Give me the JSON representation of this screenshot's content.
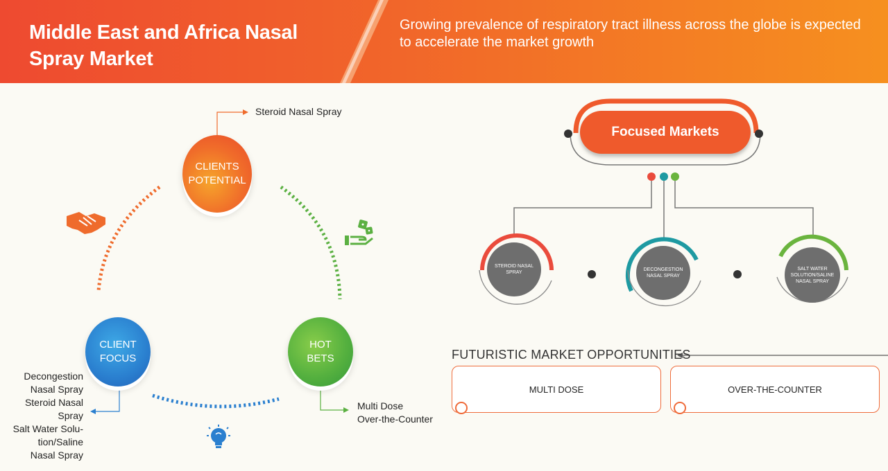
{
  "header": {
    "title": "Middle East and Africa Nasal Spray Market",
    "tagline": "Growing prevalence of respiratory tract illness across the globe is expected to accelerate the market growth"
  },
  "cycle": {
    "clients_potential": "CLIENTS\nPOTENTIAL",
    "client_focus": "CLIENT\nFOCUS",
    "hot_bets": "HOT\nBETS",
    "clients_potential_items": [
      "Steroid Nasal Spray"
    ],
    "client_focus_items": [
      "Decongestion",
      "Nasal Spray",
      "Steroid Nasal",
      "Spray",
      "Salt Water Solu-",
      "tion/Saline",
      "Nasal Spray"
    ],
    "hot_bets_items": [
      "Multi Dose",
      "Over-the-Counter"
    ]
  },
  "focused_markets": {
    "title": "Focused Markets",
    "items": [
      "STEROID NASAL\nSPRAY",
      "DECONGESTION\nNASAL SPRAY",
      "SALT WATER\nSOLUTION/SALINE\nNASAL SPRAY"
    ]
  },
  "futuristic": {
    "title": "FUTURISTIC MARKET OPPORTUNITIES",
    "items": [
      "MULTI DOSE",
      "OVER-THE-COUNTER"
    ]
  },
  "icons": [
    "handshake-icon",
    "dice-hand-icon",
    "lightbulb-icon"
  ],
  "colors": {
    "orange": "#ef5a2c",
    "blue": "#2a7fcf",
    "green": "#56b13f",
    "gray": "#6e6e6e"
  }
}
